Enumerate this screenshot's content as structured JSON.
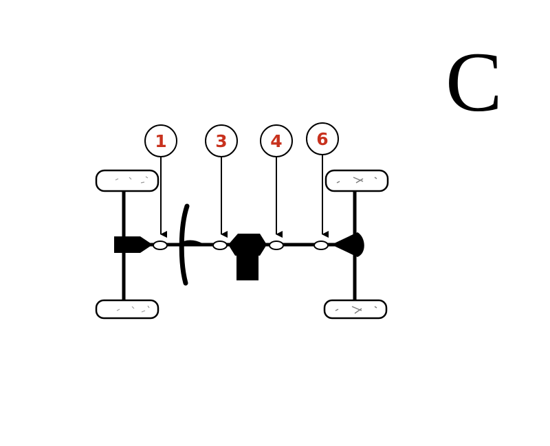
{
  "figure": {
    "corner_letter": "C",
    "callouts": [
      {
        "label": "1"
      },
      {
        "label": "3"
      },
      {
        "label": "4"
      },
      {
        "label": "6"
      }
    ],
    "colors": {
      "callout_number": "#c8321e",
      "line": "#000000",
      "background": "#ffffff"
    }
  }
}
